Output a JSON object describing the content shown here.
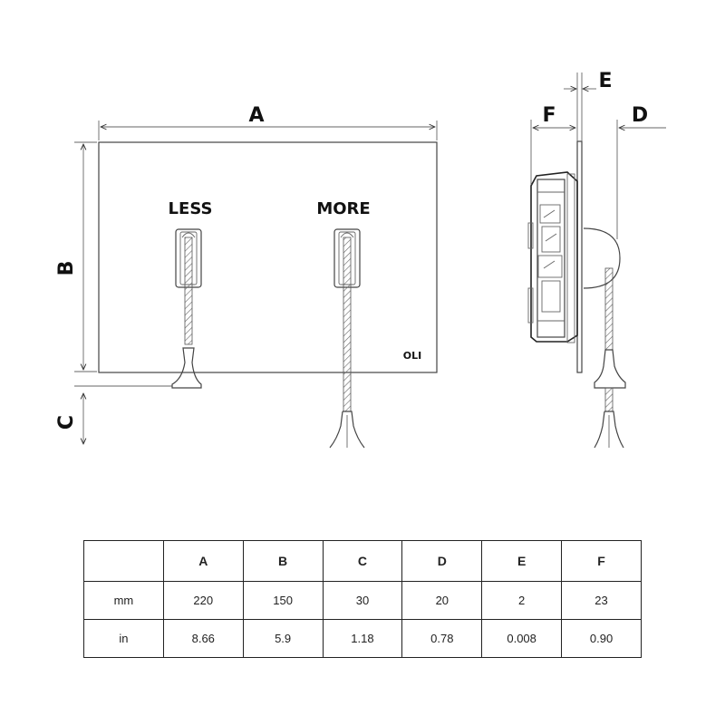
{
  "front_view": {
    "dim_a": "A",
    "dim_b": "B",
    "dim_c": "C",
    "button_less": "LESS",
    "button_more": "MORE",
    "brand_logo": "OLI"
  },
  "side_view": {
    "dim_e": "E",
    "dim_f": "F",
    "dim_d": "D"
  },
  "table": {
    "header": [
      "",
      "A",
      "B",
      "C",
      "D",
      "E",
      "F"
    ],
    "rows": [
      {
        "unit": "mm",
        "values": [
          "220",
          "150",
          "30",
          "20",
          "2",
          "23"
        ]
      },
      {
        "unit": "in",
        "values": [
          "8.66",
          "5.9",
          "1.18",
          "0.78",
          "0.008",
          "0.90"
        ]
      }
    ]
  }
}
